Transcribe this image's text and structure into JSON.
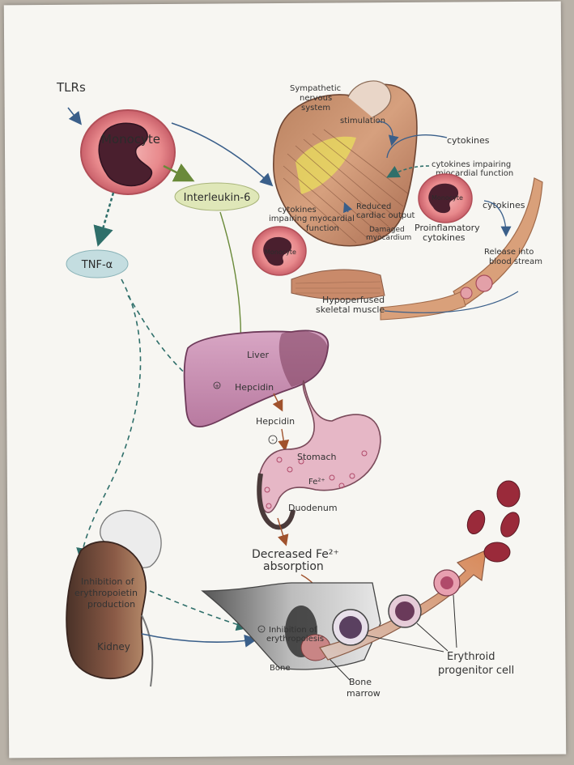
{
  "labels": {
    "tlrs": "TLRs",
    "monocyte_main": "Monocyte",
    "interleukin": "Interleukin-6",
    "tnf": "TNF-α",
    "sympathetic": [
      "Sympathetic",
      "nervous",
      "system"
    ],
    "stimulation": "stimulation",
    "cytokines_top": "cytokines",
    "cytokines_impairing_right": [
      "cytokines impairing",
      "miocardial function"
    ],
    "monocyte_right": "Monocyte",
    "cytokines_right": "cytokines",
    "cytokines_impairing_left": [
      "cytokines",
      "impairing myocardial",
      "function"
    ],
    "reduced_output": [
      "Reduced",
      "cardiac output"
    ],
    "damaged": [
      "Damaged",
      "myocardium"
    ],
    "proinflammatory": [
      "Proinflamatory",
      "cytokines"
    ],
    "release": [
      "Release into",
      "blood stream"
    ],
    "monocyte_left": "Monocyte",
    "hypoperfused": [
      "Hypoperfused",
      "skeletal muscle"
    ],
    "liver": "Liver",
    "hepcidin_liver": "Hepcidin",
    "hepcidin_arrow": "Hepcidin",
    "stomach": "Stomach",
    "fe": "Fe²⁺",
    "duodenum": "Duodenum",
    "decreased": [
      "Decreased Fe²⁺",
      "absorption"
    ],
    "inhibition_epo": [
      "Inhibition of",
      "erythropoietin",
      "production"
    ],
    "kidney": "Kidney",
    "inhibition_ery": [
      "Inhibition of",
      "erythropoiesis"
    ],
    "bone": "Bone",
    "bone_marrow": [
      "Bone",
      "marrow"
    ],
    "erythroid": [
      "Erythroid",
      "progenitor cell"
    ]
  },
  "colors": {
    "paper": "#f7f6f2",
    "monocyte_ring": "#e9848a",
    "nucleus": "#5a2a3a",
    "interleukin_fill": "#dfe7b8",
    "tnf_fill": "#c4dde0",
    "heart": "#c89270",
    "liver": "#c98fb2",
    "stomach": "#e6b7c6",
    "kidney": "#7a5040",
    "blood_cell": "#9a2a3a",
    "arrow_blue": "#3a5f8a",
    "arrow_dashed": "#3f6a6a",
    "arrow_brown": "#a0522d"
  },
  "icons": [
    "monocyte-icon",
    "heart-icon",
    "liver-icon",
    "stomach-icon",
    "kidney-icon",
    "bone-icon",
    "blood-cell-icon"
  ]
}
